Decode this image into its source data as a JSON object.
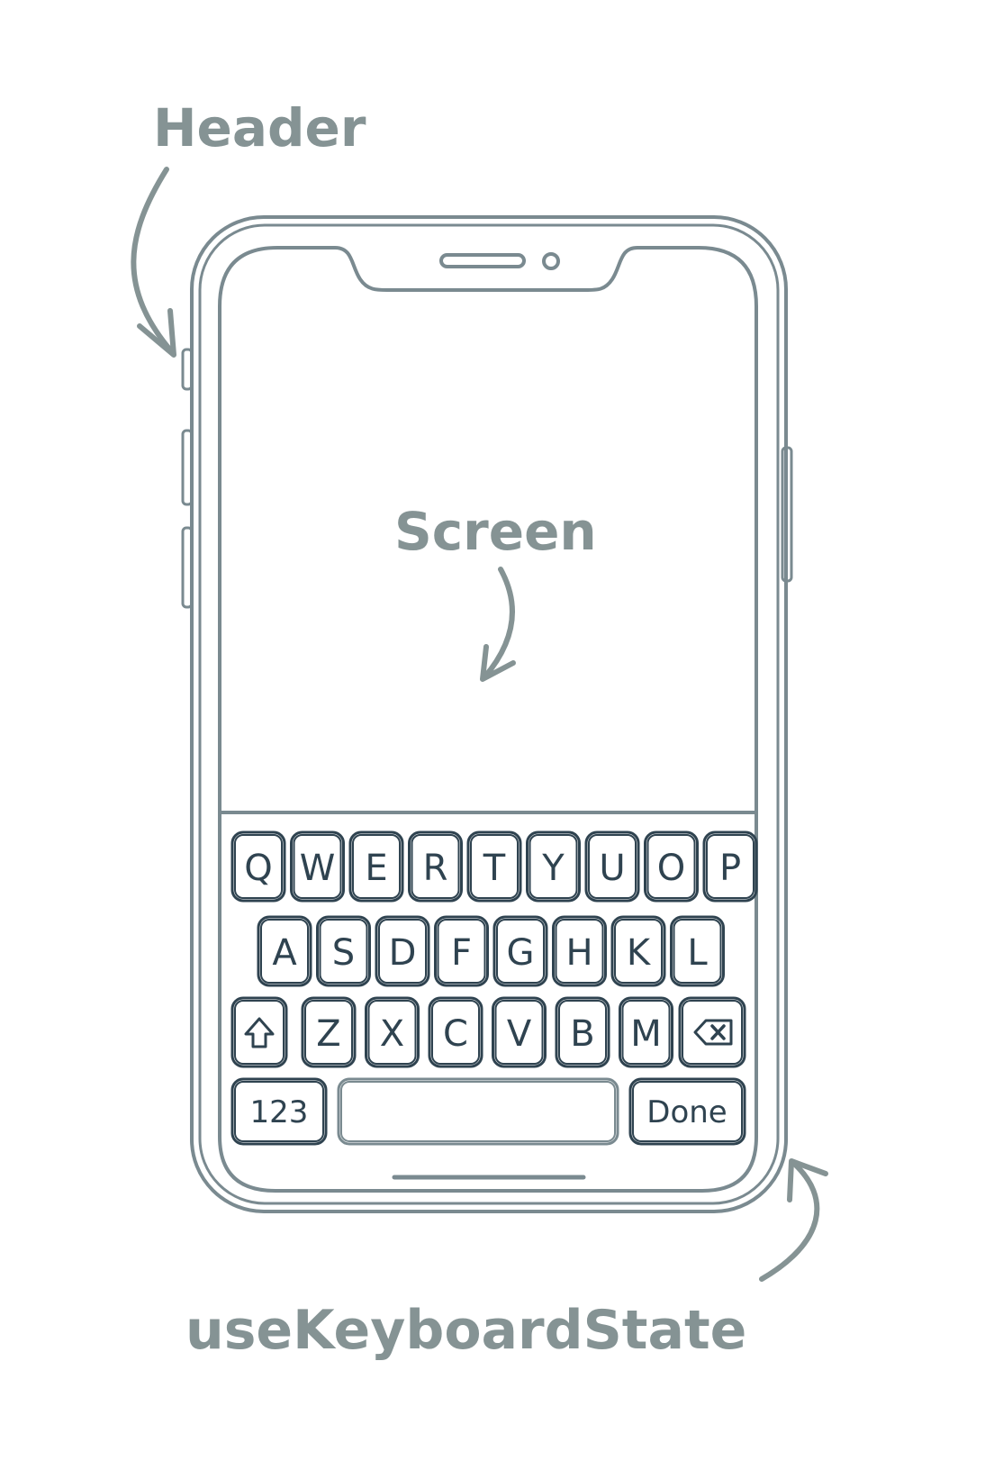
{
  "annotations": {
    "header": "Header",
    "screen": "Screen",
    "hook": "useKeyboardState"
  },
  "keyboard": {
    "row1": [
      "Q",
      "W",
      "E",
      "R",
      "T",
      "Y",
      "U",
      "O",
      "P"
    ],
    "row2": [
      "A",
      "S",
      "D",
      "F",
      "G",
      "H",
      "K",
      "L"
    ],
    "row3": [
      "Z",
      "X",
      "C",
      "V",
      "B",
      "M"
    ],
    "numbers_key": "123",
    "done_key": "Done",
    "shift_icon": "shift-arrow-icon",
    "backspace_icon": "backspace-icon"
  },
  "colors": {
    "outline": "#7a8a90",
    "key_text": "#2f4350",
    "annotation": "#859394"
  }
}
